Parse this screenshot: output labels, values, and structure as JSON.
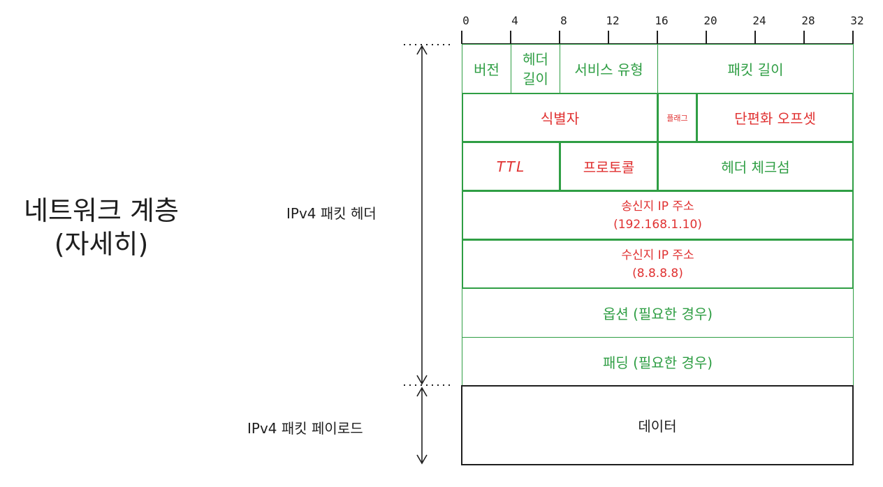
{
  "title": {
    "line1": "네트워크 계층",
    "line2": "(자세히)"
  },
  "labels": {
    "header": "IPv4 패킷 헤더",
    "payload": "IPv4 패킷 페이로드"
  },
  "ruler": [
    "0",
    "4",
    "8",
    "12",
    "16",
    "20",
    "24",
    "28",
    "32"
  ],
  "fields": {
    "version": "버전",
    "ihl_line1": "헤더",
    "ihl_line2": "길이",
    "tos": "서비스 유형",
    "total_length": "패킷 길이",
    "identification": "식별자",
    "flags": "플래그",
    "fragment_offset": "단편화 오프셋",
    "ttl": "TTL",
    "protocol": "프로토콜",
    "checksum": "헤더 체크섬",
    "src_line1": "송신지 IP 주소",
    "src_line2": "(192.168.1.10)",
    "dst_line1": "수신지 IP 주소",
    "dst_line2": "(8.8.8.8)",
    "options": "옵션 (필요한 경우)",
    "padding": "패딩 (필요한 경우)",
    "data": "데이터"
  },
  "colors": {
    "green": "#2f9e44",
    "red": "#e03131",
    "dark": "#1e1e1e"
  }
}
